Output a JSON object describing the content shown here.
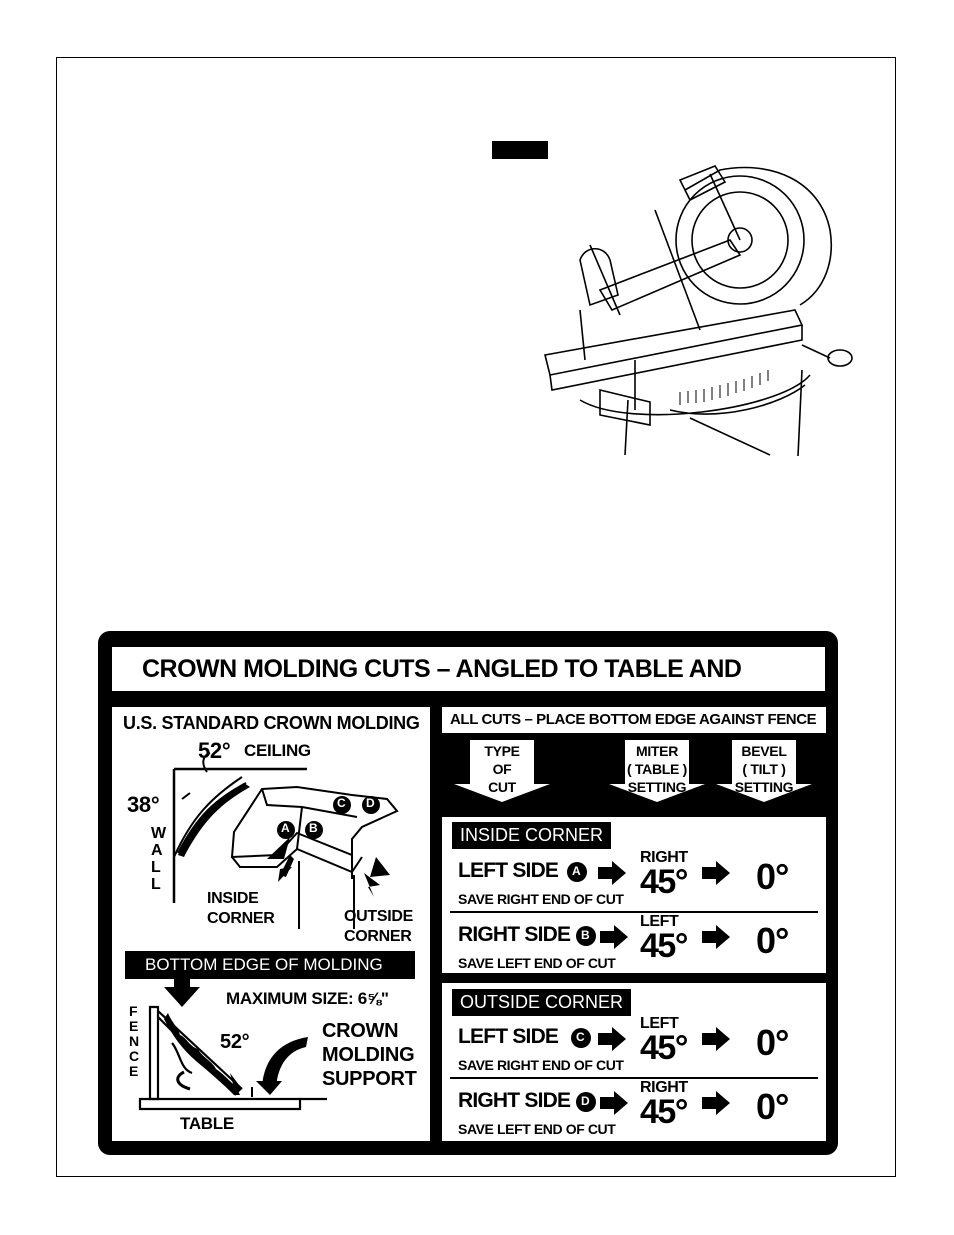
{
  "chart": {
    "title": "CROWN MOLDING CUTS – ANGLED TO TABLE AND FENCE",
    "left": {
      "heading": "U.S. STANDARD CROWN MOLDING",
      "angle_ceiling": "52°",
      "ceiling_label": "CEILING",
      "angle_wall": "38°",
      "wall_letters": [
        "W",
        "A",
        "L",
        "L"
      ],
      "inside_corner": [
        "INSIDE",
        "CORNER"
      ],
      "outside_corner": [
        "OUTSIDE",
        "CORNER"
      ],
      "markers": [
        "A",
        "B",
        "C",
        "D"
      ],
      "bottom_edge": "BOTTOM EDGE OF MOLDING",
      "max_size": "MAXIMUM SIZE: 6⅝\"",
      "fence_letters": [
        "F",
        "E",
        "N",
        "C",
        "E"
      ],
      "angle_bottom": "52°",
      "support_label": [
        "CROWN",
        "MOLDING",
        "SUPPORT"
      ],
      "table_label": "TABLE"
    },
    "right": {
      "all_cuts": "ALL CUTS – PLACE BOTTOM EDGE AGAINST FENCE",
      "headers": [
        [
          "TYPE",
          "OF",
          "CUT"
        ],
        [
          "MITER",
          "( TABLE )",
          "SETTING"
        ],
        [
          "BEVEL",
          "( TILT )",
          "SETTING"
        ]
      ],
      "inside": {
        "title": "INSIDE CORNER",
        "rows": [
          {
            "side": "LEFT SIDE",
            "marker": "A",
            "save": "SAVE RIGHT END OF CUT",
            "dir": "RIGHT",
            "miter": "45°",
            "bevel": "0°"
          },
          {
            "side": "RIGHT SIDE",
            "marker": "B",
            "save": "SAVE LEFT END OF CUT",
            "dir": "LEFT",
            "miter": "45°",
            "bevel": "0°"
          }
        ]
      },
      "outside": {
        "title": "OUTSIDE CORNER",
        "rows": [
          {
            "side": "LEFT SIDE",
            "marker": "C",
            "save": "SAVE RIGHT END OF CUT",
            "dir": "LEFT",
            "miter": "45°",
            "bevel": "0°"
          },
          {
            "side": "RIGHT SIDE",
            "marker": "D",
            "save": "SAVE LEFT END OF CUT",
            "dir": "RIGHT",
            "miter": "45°",
            "bevel": "0°"
          }
        ]
      }
    }
  }
}
